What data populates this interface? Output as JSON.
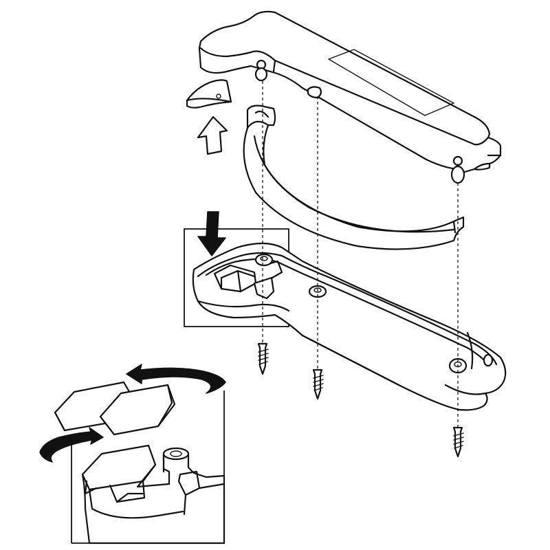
{
  "diagram": {
    "type": "exploded-assembly-illustration",
    "line_color": "#111111",
    "background_color": "#ffffff",
    "parts": [
      "top-cover",
      "clip-piece",
      "band-strap",
      "base-frame",
      "screw-1",
      "screw-2",
      "screw-3"
    ],
    "arrows": [
      "up-arrow",
      "down-arrow",
      "rotate-arrow-top",
      "rotate-arrow-bottom"
    ],
    "detail_views": [
      "detail-inset-box",
      "rotation-detail-box"
    ]
  }
}
